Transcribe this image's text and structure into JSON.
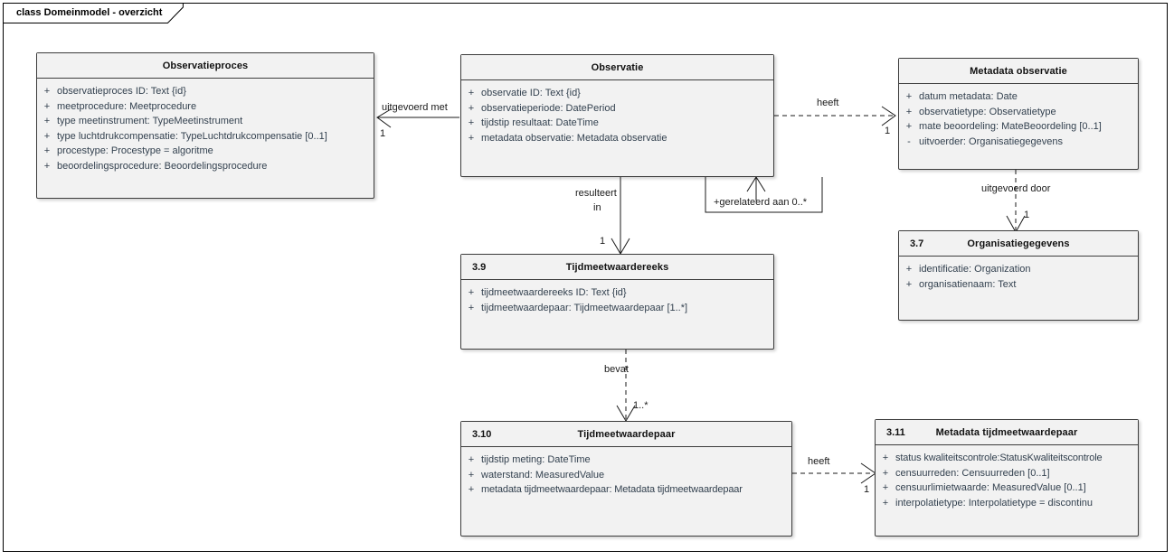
{
  "frame": {
    "tab_label": "class Domeinmodel - overzicht"
  },
  "classes": [
    {
      "key": "observatieproces",
      "number": "",
      "title": "Observatieproces",
      "attributes": [
        {
          "vis": "+",
          "text": "observatieproces ID: Text {id}"
        },
        {
          "vis": "+",
          "text": "meetprocedure: Meetprocedure"
        },
        {
          "vis": "+",
          "text": "type meetinstrument: TypeMeetinstrument"
        },
        {
          "vis": "+",
          "text": "type luchtdrukcompensatie: TypeLuchtdrukcompensatie [0..1]"
        },
        {
          "vis": "+",
          "text": "procestype: Procestype = algoritme"
        },
        {
          "vis": "+",
          "text": "beoordelingsprocedure: Beoordelingsprocedure"
        }
      ]
    },
    {
      "key": "observatie",
      "number": "",
      "title": "Observatie",
      "attributes": [
        {
          "vis": "+",
          "text": "observatie ID: Text {id}"
        },
        {
          "vis": "+",
          "text": "observatieperiode: DatePeriod"
        },
        {
          "vis": "+",
          "text": "tijdstip resultaat: DateTime"
        },
        {
          "vis": "+",
          "text": "metadata observatie: Metadata observatie"
        }
      ]
    },
    {
      "key": "metadata_observatie",
      "number": "",
      "title": "Metadata observatie",
      "attributes": [
        {
          "vis": "+",
          "text": "datum metadata: Date"
        },
        {
          "vis": "+",
          "text": "observatietype: Observatietype"
        },
        {
          "vis": "+",
          "text": "mate beoordeling: MateBeoordeling [0..1]"
        },
        {
          "vis": "-",
          "text": "uitvoerder: Organisatiegegevens"
        }
      ]
    },
    {
      "key": "organisatiegegevens",
      "number": "3.7",
      "title": "Organisatiegegevens",
      "attributes": [
        {
          "vis": "+",
          "text": "identificatie: Organization"
        },
        {
          "vis": "+",
          "text": "organisatienaam: Text"
        }
      ]
    },
    {
      "key": "tijdmeetwaardereeks",
      "number": "3.9",
      "title": "Tijdmeetwaardereeks",
      "attributes": [
        {
          "vis": "+",
          "text": "tijdmeetwaardereeks ID: Text {id}"
        },
        {
          "vis": "+",
          "text": "tijdmeetwaardepaar: Tijdmeetwaardepaar [1..*]"
        }
      ]
    },
    {
      "key": "tijdmeetwaardepaar",
      "number": "3.10",
      "title": "Tijdmeetwaardepaar",
      "attributes": [
        {
          "vis": "+",
          "text": "tijdstip meting: DateTime"
        },
        {
          "vis": "+",
          "text": "waterstand: MeasuredValue"
        },
        {
          "vis": "+",
          "text": "metadata tijdmeetwaardepaar: Metadata tijdmeetwaardepaar"
        }
      ]
    },
    {
      "key": "metadata_tijdmeetwaardepaar",
      "number": "3.11",
      "title": "Metadata tijdmeetwaardepaar",
      "attributes": [
        {
          "vis": "+",
          "text": "status kwaliteitscontrole:StatusKwaliteitscontrole"
        },
        {
          "vis": "+",
          "text": "censuurreden: Censuurreden [0..1]"
        },
        {
          "vis": "+",
          "text": "censuurlimietwaarde: MeasuredValue [0..1]"
        },
        {
          "vis": "+",
          "text": "interpolatietype: Interpolatietype = discontinu"
        }
      ]
    }
  ],
  "connectors": [
    {
      "key": "uitgevoerd_met",
      "label": "uitgevoerd met",
      "multiplicity": "1"
    },
    {
      "key": "heeft_observatie_metadata",
      "label": "heeft",
      "multiplicity": "1"
    },
    {
      "key": "resulteert_in",
      "label_line1": "resulteert",
      "label_line2": "in",
      "multiplicity": "1"
    },
    {
      "key": "gerelateerd_aan",
      "label": "+gerelateerd aan 0..*"
    },
    {
      "key": "uitgevoerd_door",
      "label": "uitgevoerd door",
      "multiplicity": "1"
    },
    {
      "key": "bevat",
      "label": "bevat",
      "multiplicity": "1..*"
    },
    {
      "key": "heeft_paar_metadata",
      "label": "heeft",
      "multiplicity": "1"
    }
  ],
  "colors": {
    "box_fill": "#f2f2f2",
    "box_border": "#3c3c3c",
    "attribute_text": "#33414f",
    "line": "#1a1a1a",
    "frame_border": "#000000"
  }
}
